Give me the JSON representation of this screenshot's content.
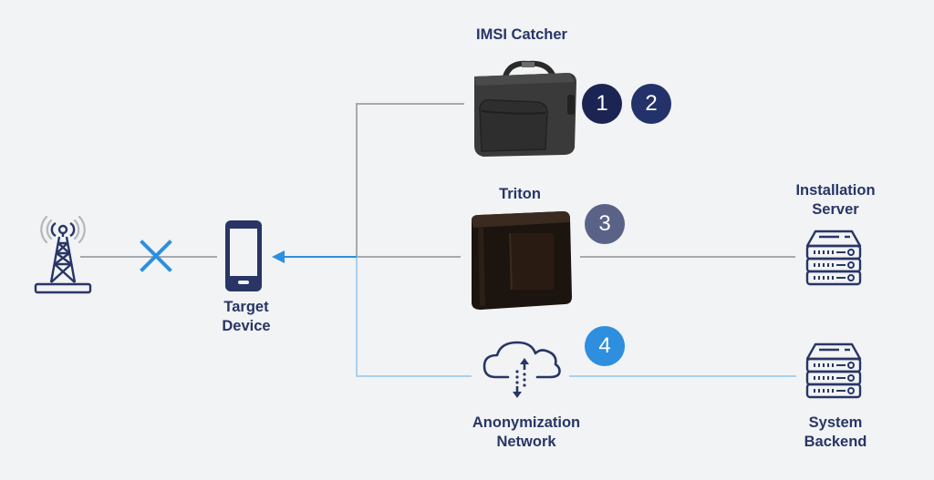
{
  "colors": {
    "background": "#f1f3f4",
    "navy": "#283566",
    "line_gray": "#a7a9ac",
    "line_blue": "#2d8fde",
    "line_light_blue": "#a9d0ef",
    "badge_1": "#1b2452",
    "badge_2": "#23326a",
    "badge_3": "#5a6387",
    "badge_4": "#2d8fde"
  },
  "nodes": {
    "cell_tower": {
      "label": "",
      "icon": "cell-tower-icon"
    },
    "target_device": {
      "label_line1": "Target",
      "label_line2": "Device",
      "icon": "smartphone-icon"
    },
    "imsi_catcher": {
      "label": "IMSI Catcher",
      "icon": "bag-device-photo"
    },
    "triton": {
      "label": "Triton",
      "icon": "triton-device-photo"
    },
    "anonymization_network": {
      "label_line1": "Anonymization",
      "label_line2": "Network",
      "icon": "cloud-transfer-icon"
    },
    "installation_server": {
      "label_line1": "Installation",
      "label_line2": "Server",
      "icon": "server-icon"
    },
    "system_backend": {
      "label_line1": "System",
      "label_line2": "Backend",
      "icon": "server-icon"
    }
  },
  "badges": [
    {
      "number": "1",
      "attached_to": "imsi_catcher"
    },
    {
      "number": "2",
      "attached_to": "imsi_catcher"
    },
    {
      "number": "3",
      "attached_to": "triton"
    },
    {
      "number": "4",
      "attached_to": "anonymization_network"
    }
  ],
  "connections": [
    {
      "from": "cell_tower",
      "to": "target_device",
      "style": "gray",
      "blocked": true,
      "blocked_icon": "cross-icon"
    },
    {
      "from": "imsi_catcher",
      "to": "target_device",
      "style": "gray"
    },
    {
      "from": "triton",
      "to": "target_device",
      "style": "gray"
    },
    {
      "from": "anonymization_network",
      "to": "target_device",
      "style": "light-blue"
    },
    {
      "from": "bus",
      "to": "target_device",
      "style": "blue-arrow"
    },
    {
      "from": "triton",
      "to": "installation_server",
      "style": "gray"
    },
    {
      "from": "anonymization_network",
      "to": "system_backend",
      "style": "light-blue"
    }
  ]
}
